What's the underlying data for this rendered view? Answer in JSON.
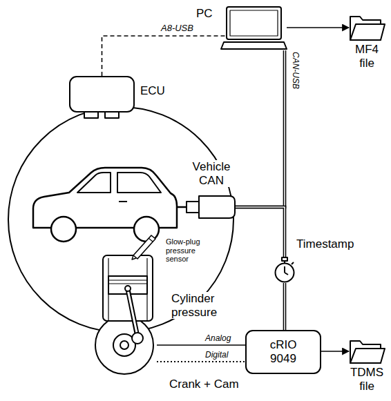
{
  "diagram": {
    "nodes": [
      {
        "text": [
          "PC"
        ]
      },
      {
        "text": [
          "MF4 file"
        ]
      },
      {
        "text": [
          "ECU"
        ]
      },
      {
        "text": [
          "Vehicle CAN"
        ]
      },
      {
        "text": [
          "Timestamp"
        ]
      },
      {
        "text": [
          "Glow-plug pressure sensor",
          "Cylinder pressure",
          "Crank + Cam"
        ]
      },
      {
        "text": [
          "cRIO 9049"
        ]
      },
      {
        "text": [
          "TDMS file"
        ]
      }
    ],
    "edges": [
      {
        "from": 0,
        "to": 1,
        "arrow": "to"
      },
      {
        "from": 2,
        "to": 0,
        "label": "A8-USB",
        "arrow": "none"
      },
      {
        "from": 3,
        "to": 0,
        "label": "CAN-USB",
        "arrow": "none"
      },
      {
        "from": 3,
        "to": 4,
        "arrow": "none"
      },
      {
        "from": 4,
        "to": 6,
        "arrow": "none"
      },
      {
        "from": 5,
        "to": 6,
        "label": "Analog",
        "arrow": "none"
      },
      {
        "from": 5,
        "to": 6,
        "label": "Digital",
        "arrow": "none"
      },
      {
        "from": 6,
        "to": 7,
        "arrow": "to"
      }
    ]
  }
}
